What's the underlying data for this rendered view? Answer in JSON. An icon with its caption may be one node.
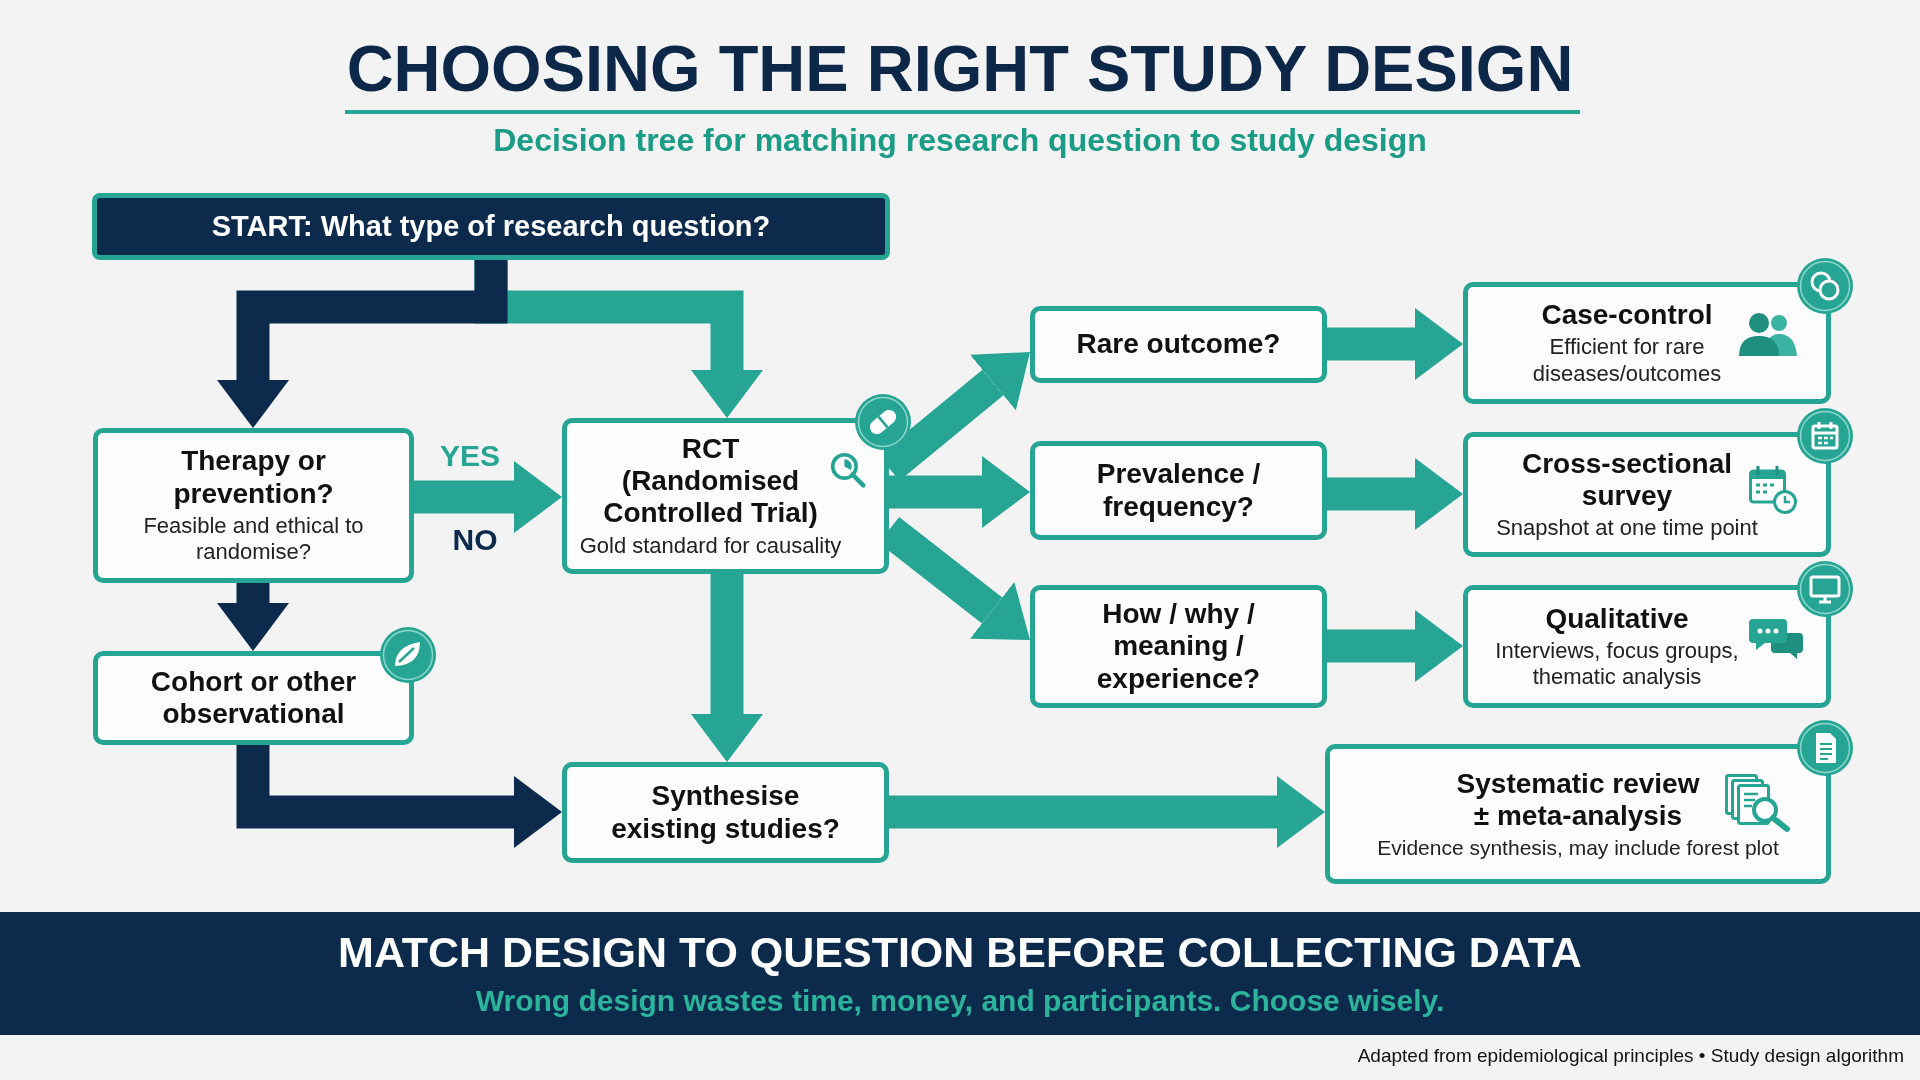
{
  "diagram": {
    "title": "CHOOSING THE RIGHT STUDY DESIGN",
    "nodes": [
      {
        "text": [
          "START: What type of research question?"
        ]
      },
      {
        "text": [
          "Therapy or prevention?",
          "Feasible and ethical to randomise?"
        ]
      },
      {
        "text": [
          "RCT (Randomised Controlled Trial)",
          "Gold standard for causality"
        ]
      },
      {
        "text": [
          "Cohort or other observational"
        ]
      },
      {
        "text": [
          "Synthesise existing studies?"
        ]
      },
      {
        "text": [
          "Rare outcome?"
        ]
      },
      {
        "text": [
          "Prevalence / frequency?"
        ]
      },
      {
        "text": [
          "How / why / meaning / experience?"
        ]
      },
      {
        "text": [
          "Case-control",
          "Efficient for rare diseases/outcomes"
        ]
      },
      {
        "text": [
          "Cross-sectional survey",
          "Snapshot at one time point"
        ]
      },
      {
        "text": [
          "Qualitative",
          "Interviews, focus groups, thematic analysis"
        ]
      },
      {
        "text": [
          "Systematic review ± meta-analysis",
          "Evidence synthesis, may include forest plot"
        ]
      },
      {
        "text": [
          "MATCH DESIGN TO QUESTION BEFORE COLLECTING DATA",
          "Wrong design wastes time, money, and participants. Choose wisely."
        ]
      }
    ],
    "edges": [
      {
        "from": 0,
        "to": 1,
        "arrow": "to",
        "color": "#0b2a4c"
      },
      {
        "from": 0,
        "to": 2,
        "arrow": "to"
      },
      {
        "from": 1,
        "to": 2,
        "arrow": "to",
        "label": "YES"
      },
      {
        "from": 1,
        "to": 3,
        "arrow": "to",
        "color": "#0b2a4c"
      },
      {
        "from": 3,
        "to": 4,
        "arrow": "to",
        "color": "#0b2a4c"
      },
      {
        "from": 2,
        "to": 5,
        "arrow": "to"
      },
      {
        "from": 2,
        "to": 6,
        "arrow": "to"
      },
      {
        "from": 2,
        "to": 7,
        "arrow": "to"
      },
      {
        "from": 2,
        "to": 4,
        "arrow": "to"
      },
      {
        "from": 5,
        "to": 8,
        "arrow": "to"
      },
      {
        "from": 6,
        "to": 9,
        "arrow": "to"
      },
      {
        "from": 7,
        "to": 10,
        "arrow": "to"
      },
      {
        "from": 4,
        "to": 11,
        "arrow": "to"
      }
    ],
    "labels": [
      "Decision tree for matching research question to study design",
      "NO",
      "Adapted from epidemiological principles • Study design algorithm"
    ]
  }
}
